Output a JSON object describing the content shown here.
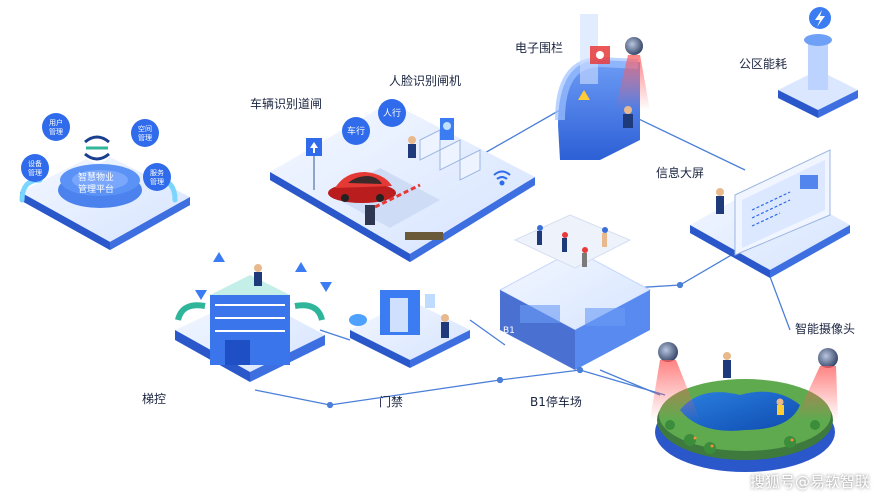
{
  "labels": {
    "vehicle_gate": "车辆识别道闸",
    "face_gate": "人脸识别闸机",
    "e_fence": "电子围栏",
    "energy": "公区能耗",
    "info_screen": "信息大屏",
    "camera": "智能摄像头",
    "parking": "B1停车场",
    "access": "门禁",
    "elevator": "梯控"
  },
  "platform": {
    "title_line1": "智慧物业",
    "title_line2": "管理平台",
    "bubbles": [
      {
        "line1": "用户",
        "line2": "管理"
      },
      {
        "line1": "空间",
        "line2": "管理"
      },
      {
        "line1": "设备",
        "line2": "管理"
      },
      {
        "line1": "服务",
        "line2": "管理"
      }
    ]
  },
  "signs": {
    "car": "车行",
    "person": "人行",
    "b1": "B1"
  },
  "watermark": "搜狐号@易软智联",
  "colors": {
    "primary_blue": "#2f6bea",
    "light_blue": "#dbe8ff",
    "line_blue": "#4a7fd8",
    "red": "#e83a3a",
    "green": "#3aa65a"
  }
}
